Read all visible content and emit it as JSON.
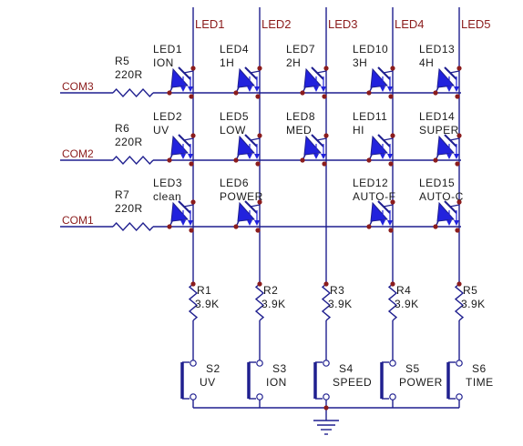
{
  "columns": [
    {
      "label": "LED1"
    },
    {
      "label": "LED2"
    },
    {
      "label": "LED3"
    },
    {
      "label": "LED4"
    },
    {
      "label": "LED5"
    }
  ],
  "rows": [
    {
      "com": "COM3",
      "resistor": {
        "ref": "R5",
        "value": "220R"
      }
    },
    {
      "com": "COM2",
      "resistor": {
        "ref": "R6",
        "value": "220R"
      }
    },
    {
      "com": "COM1",
      "resistor": {
        "ref": "R7",
        "value": "220R"
      }
    }
  ],
  "leds": [
    {
      "ref": "LED1",
      "label": "ION",
      "row": 0,
      "col": 0
    },
    {
      "ref": "LED4",
      "label": "1H",
      "row": 0,
      "col": 1
    },
    {
      "ref": "LED7",
      "label": "2H",
      "row": 0,
      "col": 2
    },
    {
      "ref": "LED10",
      "label": "3H",
      "row": 0,
      "col": 3
    },
    {
      "ref": "LED13",
      "label": "4H",
      "row": 0,
      "col": 4
    },
    {
      "ref": "LED2",
      "label": "UV",
      "row": 1,
      "col": 0
    },
    {
      "ref": "LED5",
      "label": "LOW",
      "row": 1,
      "col": 1
    },
    {
      "ref": "LED8",
      "label": "MED",
      "row": 1,
      "col": 2
    },
    {
      "ref": "LED11",
      "label": "HI",
      "row": 1,
      "col": 3
    },
    {
      "ref": "LED14",
      "label": "SUPER",
      "row": 1,
      "col": 4
    },
    {
      "ref": "LED3",
      "label": "clean",
      "row": 2,
      "col": 0
    },
    {
      "ref": "LED6",
      "label": "POWER",
      "row": 2,
      "col": 1
    },
    {
      "ref": "LED12",
      "label": "AUTO-F",
      "row": 2,
      "col": 3
    },
    {
      "ref": "LED15",
      "label": "AUTO-C",
      "row": 2,
      "col": 4
    }
  ],
  "pullups": [
    {
      "ref": "R1",
      "value": "3.9K"
    },
    {
      "ref": "R2",
      "value": "3.9K"
    },
    {
      "ref": "R3",
      "value": "3.9K"
    },
    {
      "ref": "R4",
      "value": "3.9K"
    },
    {
      "ref": "R5",
      "value": "3.9K"
    }
  ],
  "switches": [
    {
      "ref": "S2",
      "label": "UV"
    },
    {
      "ref": "S3",
      "label": "ION"
    },
    {
      "ref": "S4",
      "label": "SPEED"
    },
    {
      "ref": "S5",
      "label": "POWER"
    },
    {
      "ref": "S6",
      "label": "TIME"
    }
  ],
  "colors": {
    "wire": "#1f1f8f",
    "led": "#2222dd",
    "net_label": "#8b1c1c",
    "text": "#1a1a1a"
  }
}
